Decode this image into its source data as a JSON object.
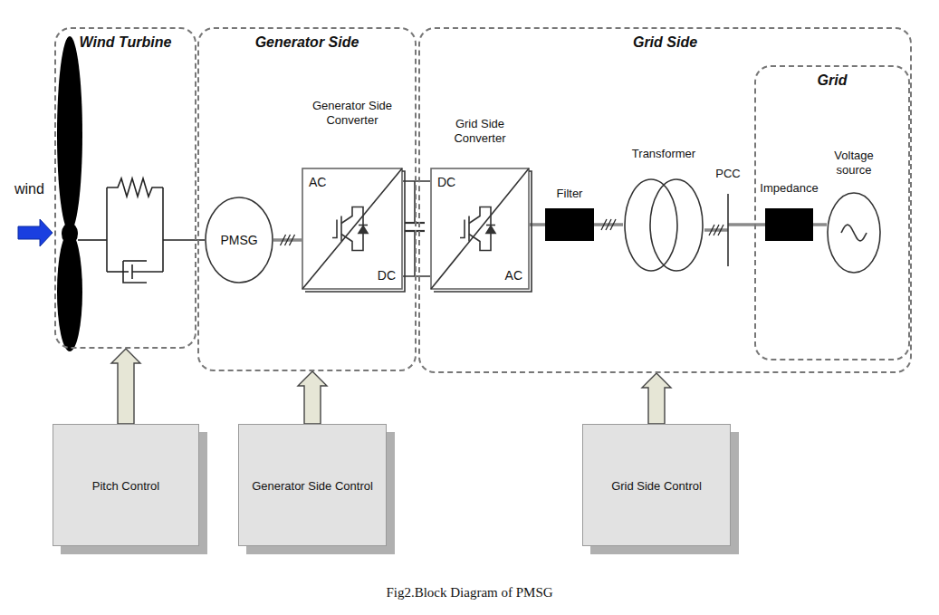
{
  "diagram": {
    "caption": "Fig2.Block Diagram of PMSG",
    "nodes": [
      {
        "text": [
          "Wind Turbine"
        ]
      },
      {
        "text": [
          "Generator Side"
        ]
      },
      {
        "text": [
          "PMSG"
        ],
        "in": 1
      },
      {
        "text": [
          "Generator Side Converter",
          "AC",
          "DC"
        ],
        "in": 1
      },
      {
        "text": [
          "Grid Side"
        ]
      },
      {
        "text": [
          "Grid Side Converter",
          "DC",
          "AC"
        ],
        "in": 4
      },
      {
        "text": [
          "Filter"
        ],
        "in": 4
      },
      {
        "text": [
          "Transformer"
        ],
        "in": 4
      },
      {
        "text": [
          "PCC"
        ],
        "in": 4
      },
      {
        "text": [
          "Grid"
        ],
        "in": 4
      },
      {
        "text": [
          "Impedance"
        ],
        "in": 9
      },
      {
        "text": [
          "Voltage source"
        ],
        "in": 9
      },
      {
        "text": [
          "Pitch Control"
        ]
      },
      {
        "text": [
          "Generator Side Control"
        ]
      },
      {
        "text": [
          "Grid Side Control"
        ]
      }
    ],
    "edges": [
      {
        "from": 2,
        "to": 3,
        "arrow": "none"
      },
      {
        "from": 3,
        "to": 5,
        "arrow": "none"
      },
      {
        "from": 5,
        "to": 6,
        "arrow": "none"
      },
      {
        "from": 6,
        "to": 7,
        "arrow": "none"
      },
      {
        "from": 7,
        "to": 8,
        "arrow": "none"
      },
      {
        "from": 8,
        "to": 10,
        "arrow": "none"
      },
      {
        "from": 10,
        "to": 11,
        "arrow": "none"
      },
      {
        "from": 12,
        "to": 0,
        "arrow": "to"
      },
      {
        "from": 13,
        "to": 1,
        "arrow": "to"
      },
      {
        "from": 14,
        "to": 4,
        "arrow": "to"
      }
    ],
    "labels": [
      "wind"
    ]
  }
}
